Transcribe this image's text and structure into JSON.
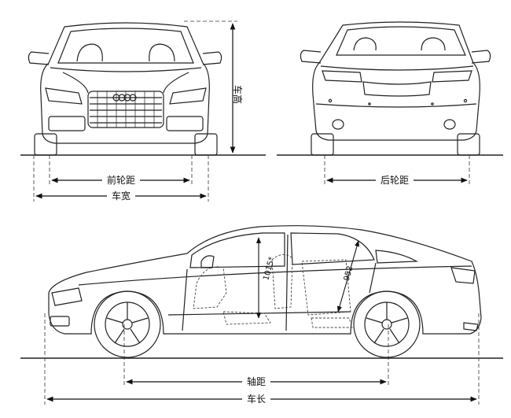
{
  "labels": {
    "front_height": "车高",
    "front_track": "前轮距",
    "front_width": "车宽",
    "rear_track": "后轮距",
    "wheelbase": "轴距",
    "length": "车长",
    "front_headroom_value": "1015*",
    "rear_headroom_value": "952"
  },
  "icons": [
    "dimension-arrow-icon"
  ]
}
